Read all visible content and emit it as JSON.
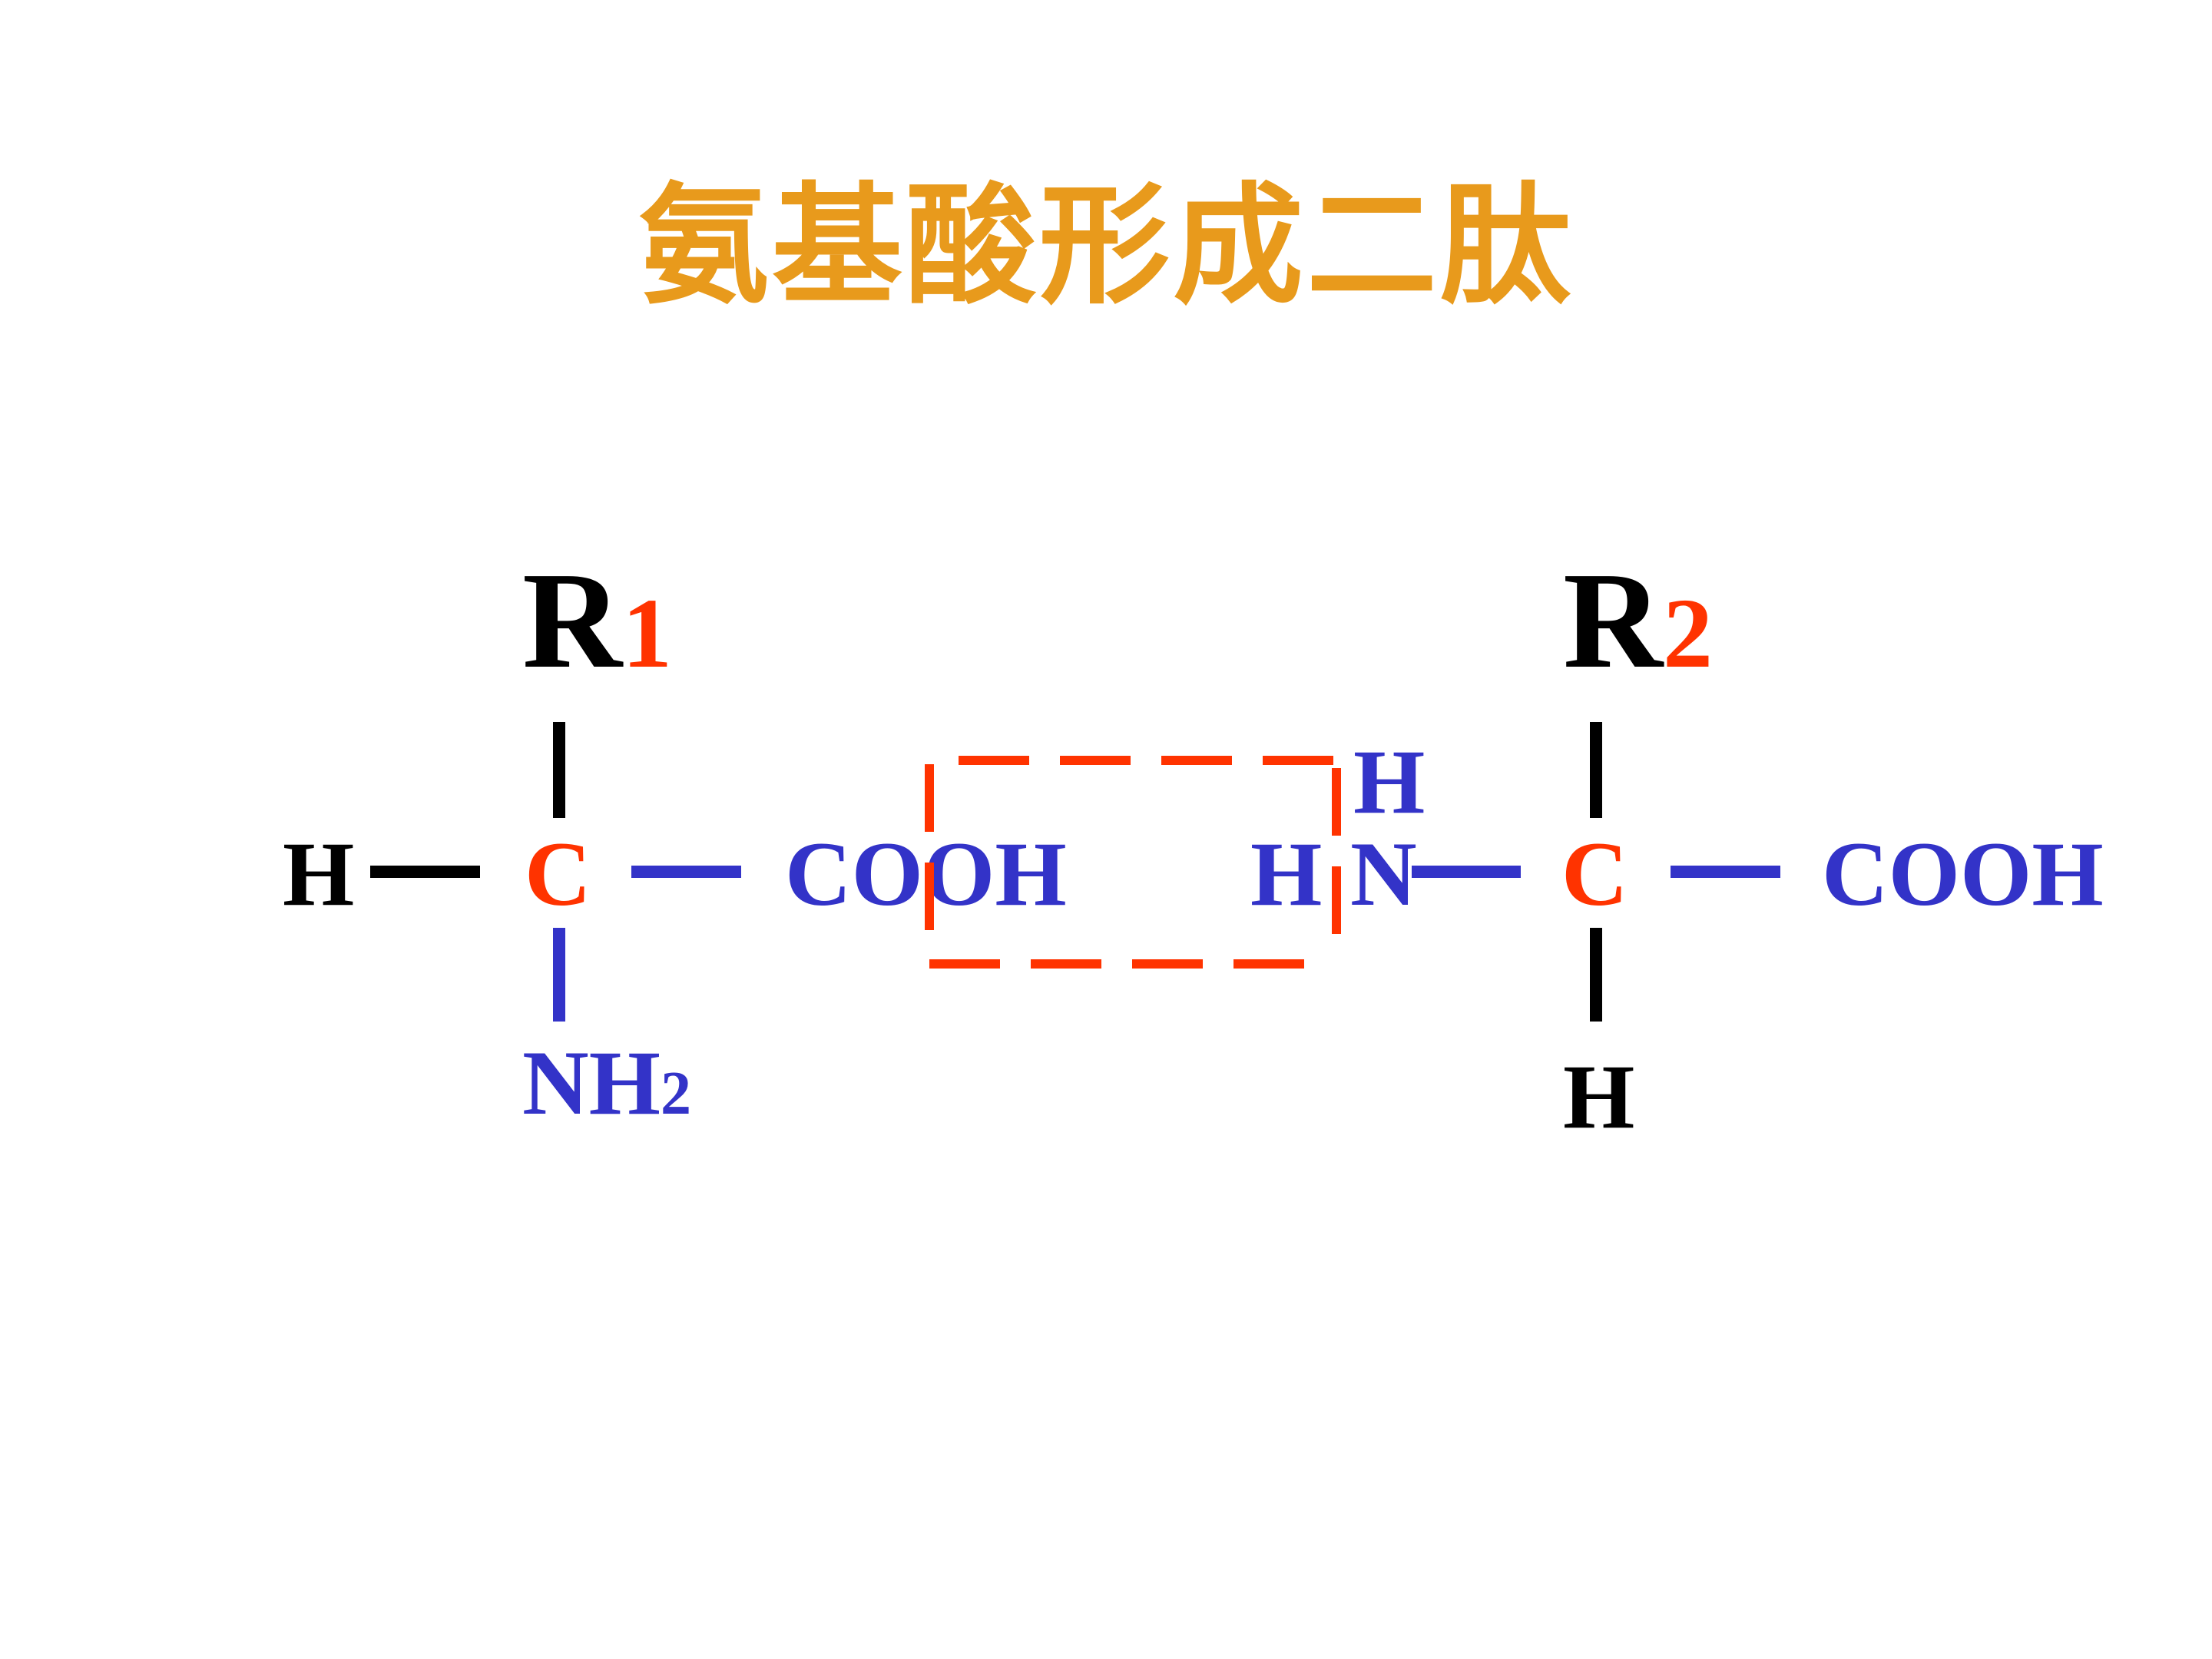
{
  "slide": {
    "title": "氨基酸形成二肽"
  },
  "colors": {
    "title": "#e89a1c",
    "black": "#000000",
    "blue": "#3333c8",
    "red": "#ff3300"
  },
  "molecule1": {
    "r_group": "R",
    "r_index": "1",
    "left_h": "H",
    "carbon": "C",
    "carboxyl": "COOH",
    "amino": "NH",
    "amino_sub": "2"
  },
  "molecule2": {
    "r_group": "R",
    "r_index": "2",
    "amine_h_top": "H",
    "amine_h_left": "H",
    "amine_n": "N",
    "carbon": "C",
    "carboxyl": "COOH",
    "bottom_h": "H"
  }
}
